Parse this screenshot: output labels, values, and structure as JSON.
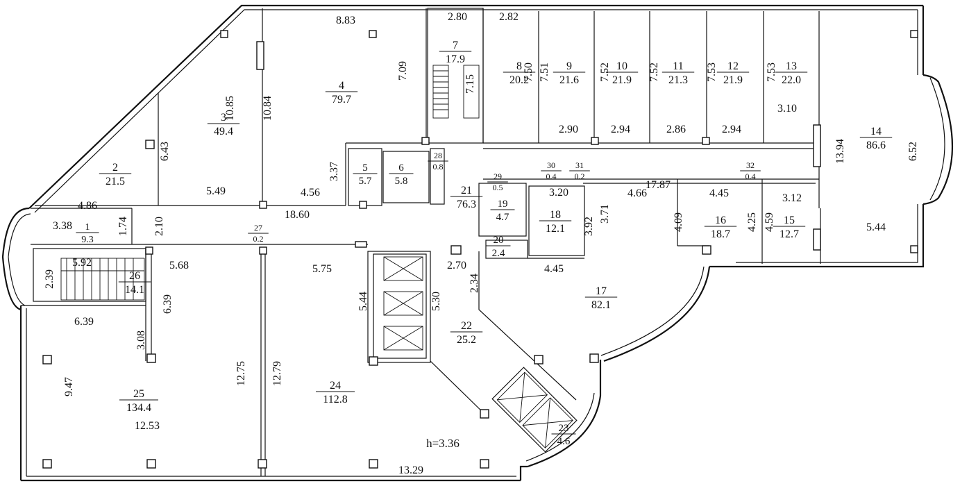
{
  "rooms": [
    {
      "num": "1",
      "area": "9.3"
    },
    {
      "num": "2",
      "area": "21.5"
    },
    {
      "num": "3",
      "area": "49.4"
    },
    {
      "num": "4",
      "area": "79.7"
    },
    {
      "num": "5",
      "area": "5.7"
    },
    {
      "num": "6",
      "area": "5.8"
    },
    {
      "num": "7",
      "area": "17.9"
    },
    {
      "num": "8",
      "area": "20.2"
    },
    {
      "num": "9",
      "area": "21.6"
    },
    {
      "num": "10",
      "area": "21.9"
    },
    {
      "num": "11",
      "area": "21.3"
    },
    {
      "num": "12",
      "area": "21.9"
    },
    {
      "num": "13",
      "area": "22.0"
    },
    {
      "num": "14",
      "area": "86.6"
    },
    {
      "num": "15",
      "area": "12.7"
    },
    {
      "num": "16",
      "area": "18.7"
    },
    {
      "num": "17",
      "area": "82.1"
    },
    {
      "num": "18",
      "area": "12.1"
    },
    {
      "num": "19",
      "area": "4.7"
    },
    {
      "num": "20",
      "area": "2.4"
    },
    {
      "num": "21",
      "area": "76.3"
    },
    {
      "num": "22",
      "area": "25.2"
    },
    {
      "num": "23",
      "area": "4.6"
    },
    {
      "num": "24",
      "area": "112.8"
    },
    {
      "num": "25",
      "area": "134.4"
    },
    {
      "num": "26",
      "area": "14.1"
    },
    {
      "num": "27",
      "area": "0.2"
    },
    {
      "num": "28",
      "area": "0.8"
    },
    {
      "num": "29",
      "area": "0.5"
    },
    {
      "num": "30",
      "area": "0.4"
    },
    {
      "num": "31",
      "area": "0.2"
    },
    {
      "num": "32",
      "area": "0.4"
    }
  ],
  "dims": [
    "8.83",
    "2.80",
    "2.82",
    "7.09",
    "7.15",
    "7.50",
    "7.51",
    "7.52",
    "7.52",
    "7.53",
    "7.53",
    "10.85",
    "10.84",
    "6.43",
    "3.37",
    "2.90",
    "2.94",
    "2.86",
    "2.94",
    "3.10",
    "13.94",
    "6.52",
    "17.87",
    "3.20",
    "4.66",
    "4.45",
    "3.12",
    "3.71",
    "3.92",
    "4.09",
    "4.25",
    "4.59",
    "5.44",
    "5.49",
    "4.56",
    "4.86",
    "18.60",
    "3.38",
    "1.74",
    "2.10",
    "5.92",
    "2.39",
    "5.68",
    "5.75",
    "2.70",
    "2.34",
    "4.45",
    "5.44",
    "5.30",
    "6.39",
    "6.39",
    "3.08",
    "9.47",
    "12.75",
    "12.79",
    "12.53",
    "13.29"
  ],
  "height_note": "h=3.36"
}
